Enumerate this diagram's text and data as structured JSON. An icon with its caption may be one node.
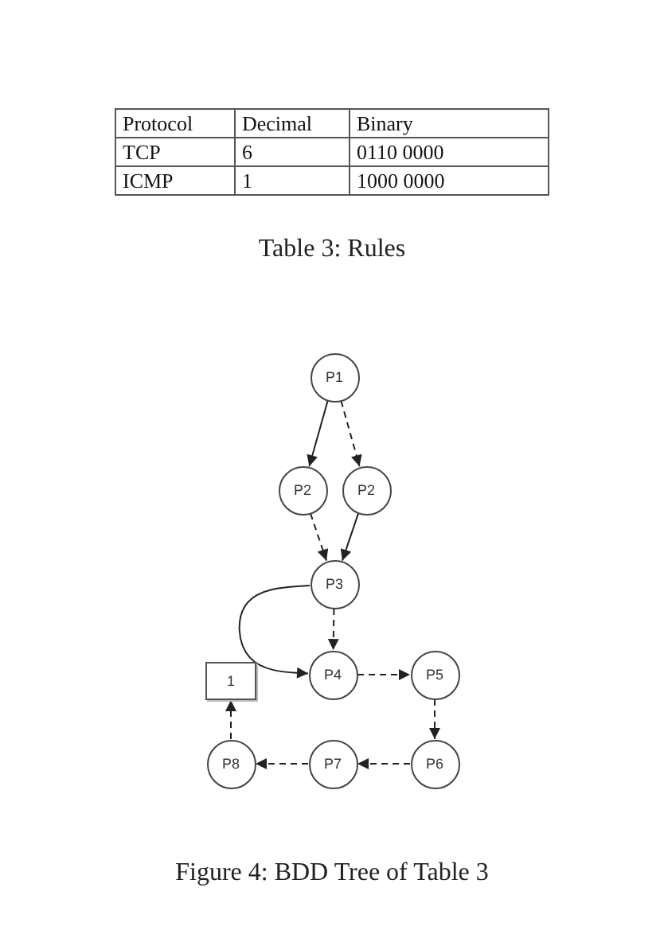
{
  "diagram": {
    "caption": "Figure 4: BDD Tree of Table 3",
    "nodes": [
      {
        "text": [
          "P1"
        ]
      },
      {
        "text": [
          "P2"
        ]
      },
      {
        "text": [
          "P2"
        ]
      },
      {
        "text": [
          "P3"
        ]
      },
      {
        "text": [
          "1"
        ]
      },
      {
        "text": [
          "P4"
        ]
      },
      {
        "text": [
          "P5"
        ]
      },
      {
        "text": [
          "P8"
        ]
      },
      {
        "text": [
          "P7"
        ]
      },
      {
        "text": [
          "P6"
        ]
      }
    ],
    "edges": [
      {
        "from": 0,
        "to": 1,
        "arrow": "to"
      },
      {
        "from": 0,
        "to": 2,
        "arrow": "to",
        "style": "dashed"
      },
      {
        "from": 1,
        "to": 3,
        "arrow": "to",
        "style": "dashed"
      },
      {
        "from": 2,
        "to": 3,
        "arrow": "to"
      },
      {
        "from": 3,
        "to": 5,
        "arrow": "to",
        "style": "dashed"
      },
      {
        "from": 3,
        "to": 5,
        "arrow": "to"
      },
      {
        "from": 5,
        "to": 6,
        "arrow": "to",
        "style": "dashed"
      },
      {
        "from": 6,
        "to": 9,
        "arrow": "to",
        "style": "dashed"
      },
      {
        "from": 9,
        "to": 8,
        "arrow": "to",
        "style": "dashed"
      },
      {
        "from": 8,
        "to": 7,
        "arrow": "to",
        "style": "dashed"
      },
      {
        "from": 7,
        "to": 4,
        "arrow": "to",
        "style": "dashed"
      }
    ],
    "labels": [
      "Protocol",
      "Decimal",
      "Binary",
      "TCP",
      "6",
      "0110 0000",
      "ICMP",
      "1",
      "1000 0000",
      "Table 3: Rules"
    ]
  }
}
